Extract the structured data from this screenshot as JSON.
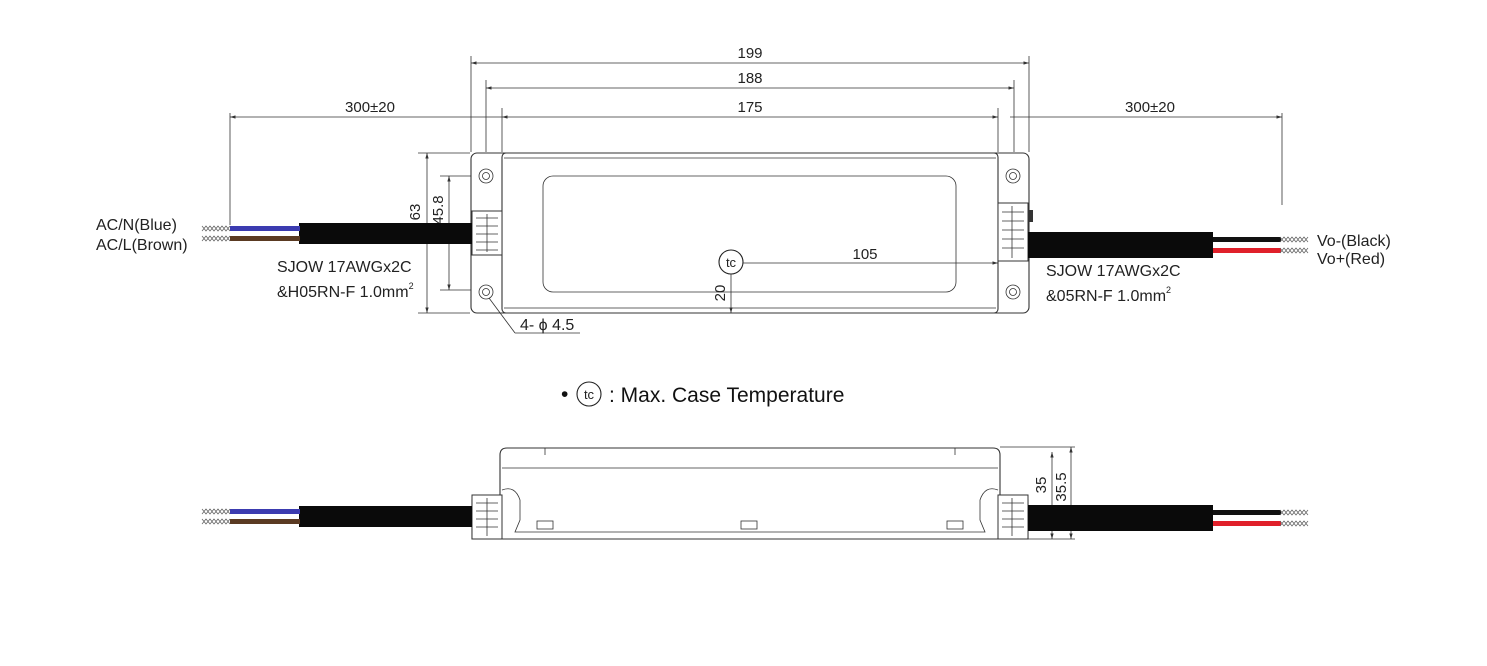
{
  "dimensions": {
    "overall_length": "199",
    "hole_spacing_length": "188",
    "body_length": "175",
    "cable_length_left": "300±20",
    "cable_length_right": "300±20",
    "overall_width": "63",
    "hole_spacing_width": "45.8",
    "tc_offset_x": "105",
    "tc_offset_y": "20",
    "mount_holes": "4- ϕ 4.5",
    "side_height": "35",
    "side_height_total": "35.5"
  },
  "wires": {
    "input_neutral": "AC/N(Blue)",
    "input_line": "AC/L(Brown)",
    "output_negative": "Vo-(Black)",
    "output_positive": "Vo+(Red)"
  },
  "cables": {
    "input_line1": "SJOW 17AWGx2C",
    "input_line2": "&H05RN-F 1.0mm",
    "input_sup": "2",
    "output_line1": "SJOW 17AWGx2C",
    "output_line2": "&05RN-F 1.0mm",
    "output_sup": "2"
  },
  "legend": {
    "bullet": "•",
    "symbol": "tc",
    "text": ": Max. Case Temperature"
  },
  "colors": {
    "neutral_wire": "#3b3bb0",
    "line_wire": "#5a3a22",
    "black_wire": "#111111",
    "red_wire": "#e0202a",
    "cable_jacket": "#0a0a0a"
  }
}
